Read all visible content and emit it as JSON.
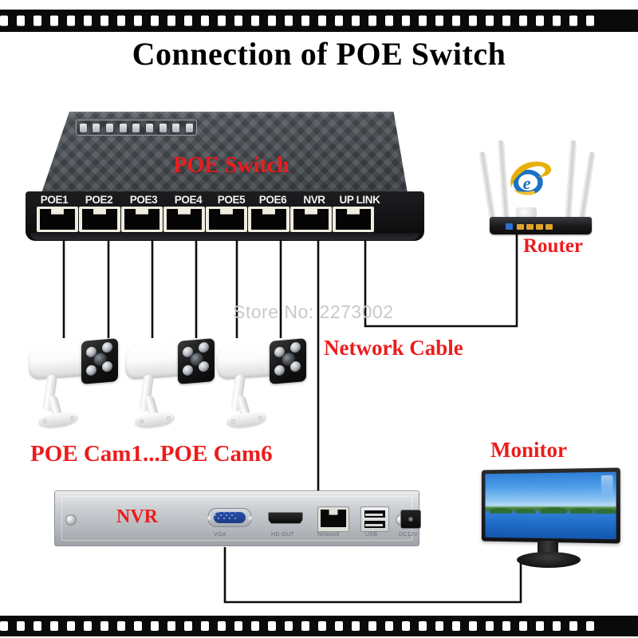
{
  "page": {
    "title": "Connection of POE Switch",
    "watermark": "Store No: 2273002",
    "background_color": "#ffffff",
    "accent_red": "#ed1c1c",
    "filmstrip_color": "#0a0a0a",
    "perforation_count_top": 36,
    "perforation_count_bottom": 36
  },
  "devices": {
    "switch": {
      "label": "POE Switch",
      "led_count": 9,
      "ports": [
        {
          "label": "POE1"
        },
        {
          "label": "POE2"
        },
        {
          "label": "POE3"
        },
        {
          "label": "POE4"
        },
        {
          "label": "POE5"
        },
        {
          "label": "POE6"
        },
        {
          "label": "NVR"
        },
        {
          "label": "UP LINK"
        }
      ]
    },
    "router": {
      "label": "Router",
      "antenna_count": 4,
      "lan_port_count": 4,
      "icon": "internet-explorer-logo"
    },
    "cameras": {
      "label": "POE Cam1...POE Cam6",
      "visible_count": 3,
      "ir_led_count_each": 4
    },
    "nvr": {
      "label": "NVR",
      "ports": [
        {
          "label": "VGA",
          "type": "vga"
        },
        {
          "label": "HD-OUT",
          "type": "hdmi"
        },
        {
          "label": "Network",
          "type": "rj45"
        },
        {
          "label": "USB",
          "type": "usb"
        },
        {
          "label": "DC12V",
          "type": "power"
        }
      ]
    },
    "monitor": {
      "label": "Monitor",
      "wallpaper": "blue-sky-lake-landscape"
    }
  },
  "connections": {
    "cable_label": "Network Cable",
    "links": [
      {
        "from": "switch.POE1",
        "to": "camera1"
      },
      {
        "from": "switch.POE2",
        "to": "camera1"
      },
      {
        "from": "switch.POE3",
        "to": "camera2"
      },
      {
        "from": "switch.POE4",
        "to": "camera2"
      },
      {
        "from": "switch.POE5",
        "to": "camera3"
      },
      {
        "from": "switch.POE6",
        "to": "camera3"
      },
      {
        "from": "switch.NVR",
        "to": "nvr.Network"
      },
      {
        "from": "switch.UP LINK",
        "to": "router"
      },
      {
        "from": "nvr.VGA",
        "to": "monitor"
      }
    ]
  }
}
